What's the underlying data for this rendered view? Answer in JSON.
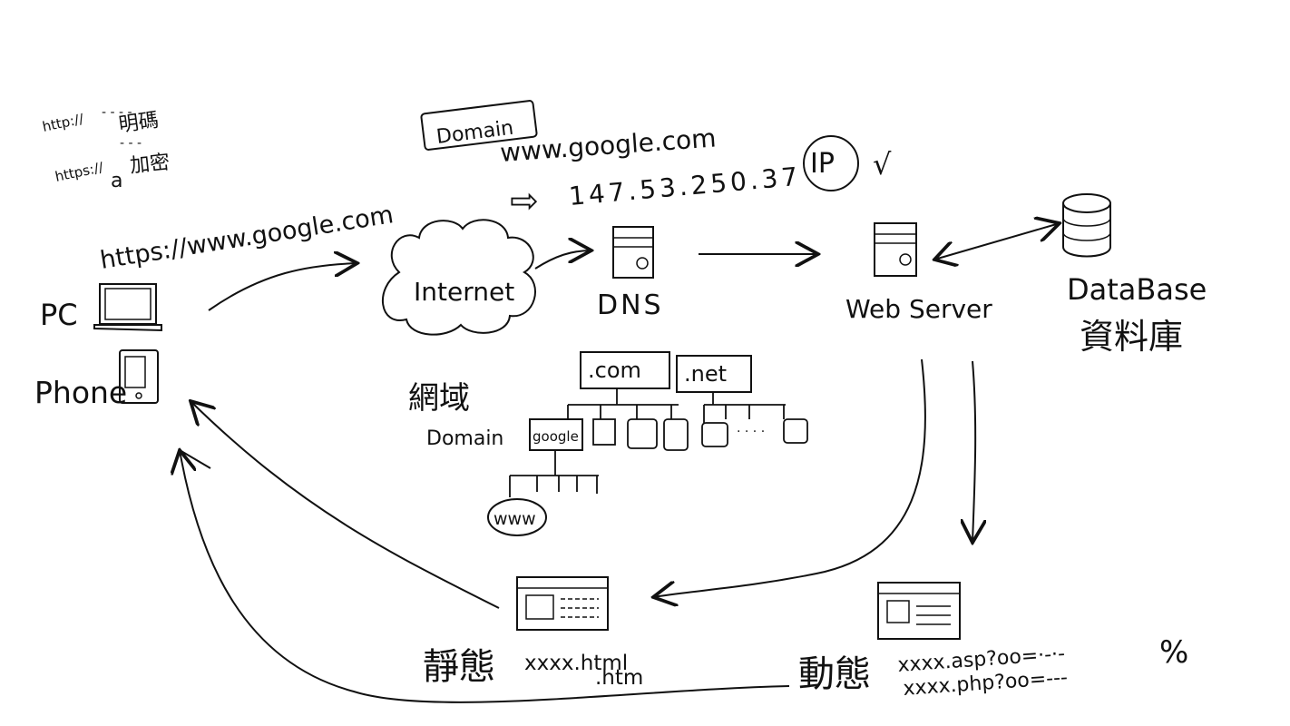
{
  "notes": {
    "http": "http://",
    "dots1": "- - - -",
    "plaintext": "明碼",
    "https": "https://",
    "dots2": "- - -",
    "encrypted": "加密"
  },
  "domain": {
    "tag": "Domain",
    "name": "www.google.com",
    "arrow": "⇨",
    "ip_value": "147.53.250.37",
    "ip_label": "IP",
    "check": "√"
  },
  "clients": {
    "url": "https://www.google.com",
    "pc": "PC",
    "phone": "Phone"
  },
  "nodes": {
    "internet": "Internet",
    "dns": "DNS",
    "web_server": "Web Server",
    "database": "DataBase",
    "database_cn": "資料庫"
  },
  "domain_tree": {
    "title_cn": "網域",
    "title": "Domain",
    "tld1": ".com",
    "tld2": ".net",
    "google": "google",
    "www": "www",
    "dots": "· · · ·"
  },
  "pages": {
    "static_label": "靜態",
    "static_ext1": "xxxx.html",
    "static_ext2": ".htm",
    "dynamic_label": "動態",
    "dynamic_ext1": "xxxx.asp?oo=·-·-",
    "dynamic_ext2": "xxxx.php?oo=---",
    "percent": "%"
  }
}
